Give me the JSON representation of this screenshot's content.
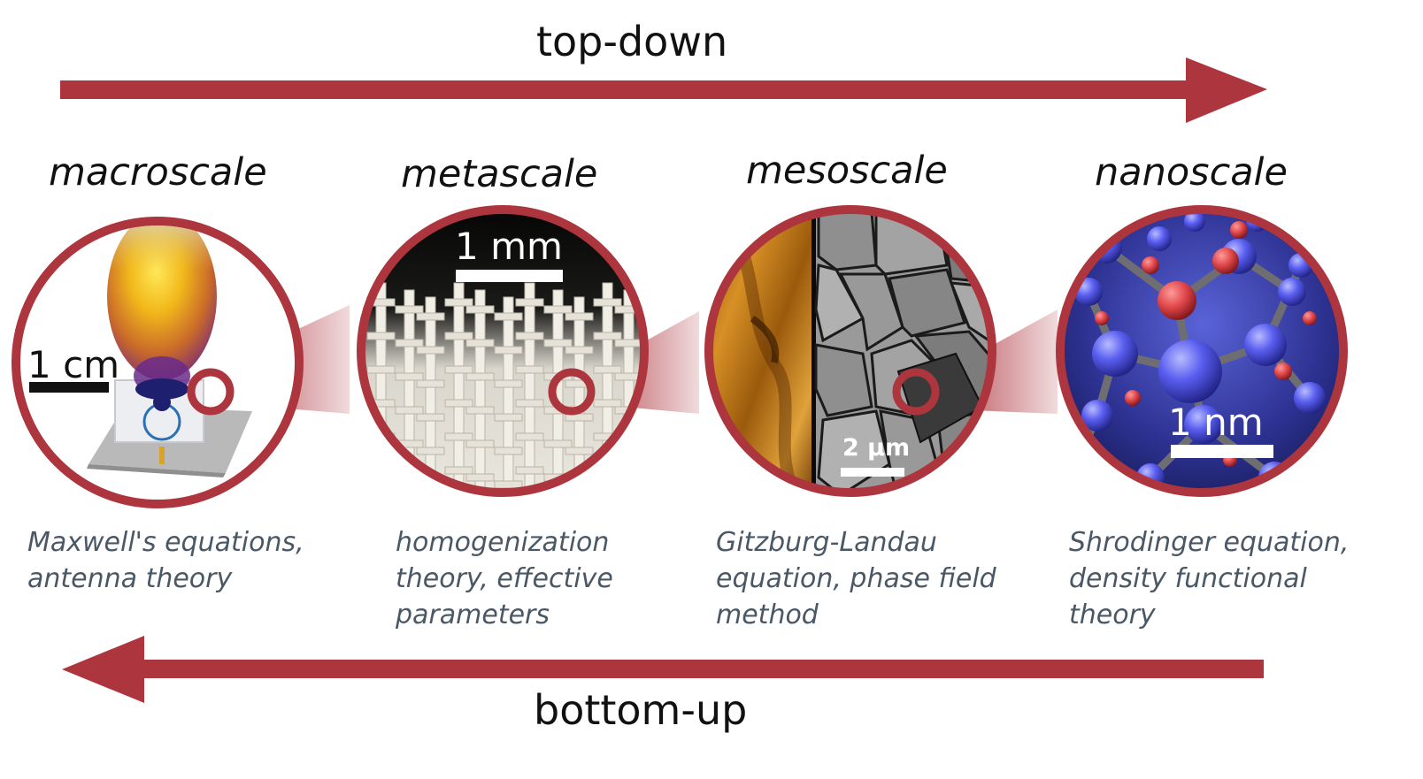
{
  "colors": {
    "accent": "#ad353d",
    "text": "#111111",
    "caption": "#4a5866"
  },
  "arrows": {
    "top_label": "top-down",
    "bottom_label": "bottom-up"
  },
  "panels": [
    {
      "title": "macroscale",
      "scale_bar": "1 cm",
      "image": "antenna-radiation-pattern",
      "description": [
        "Maxwell's equations,",
        "antenna theory"
      ]
    },
    {
      "title": "metascale",
      "scale_bar": "1 mm",
      "image": "3d-printed-lattice",
      "description": [
        "homogenization",
        "theory, effective",
        "parameters"
      ]
    },
    {
      "title": "mesoscale",
      "scale_bar": "2 µm",
      "image": "grain-microstructure",
      "description": [
        "Gitzburg-Landau",
        "equation, phase field",
        "method"
      ]
    },
    {
      "title": "nanoscale",
      "scale_bar": "1 nm",
      "image": "atomic-lattice",
      "description": [
        "Shrodinger equation,",
        "density functional",
        "theory"
      ]
    }
  ]
}
